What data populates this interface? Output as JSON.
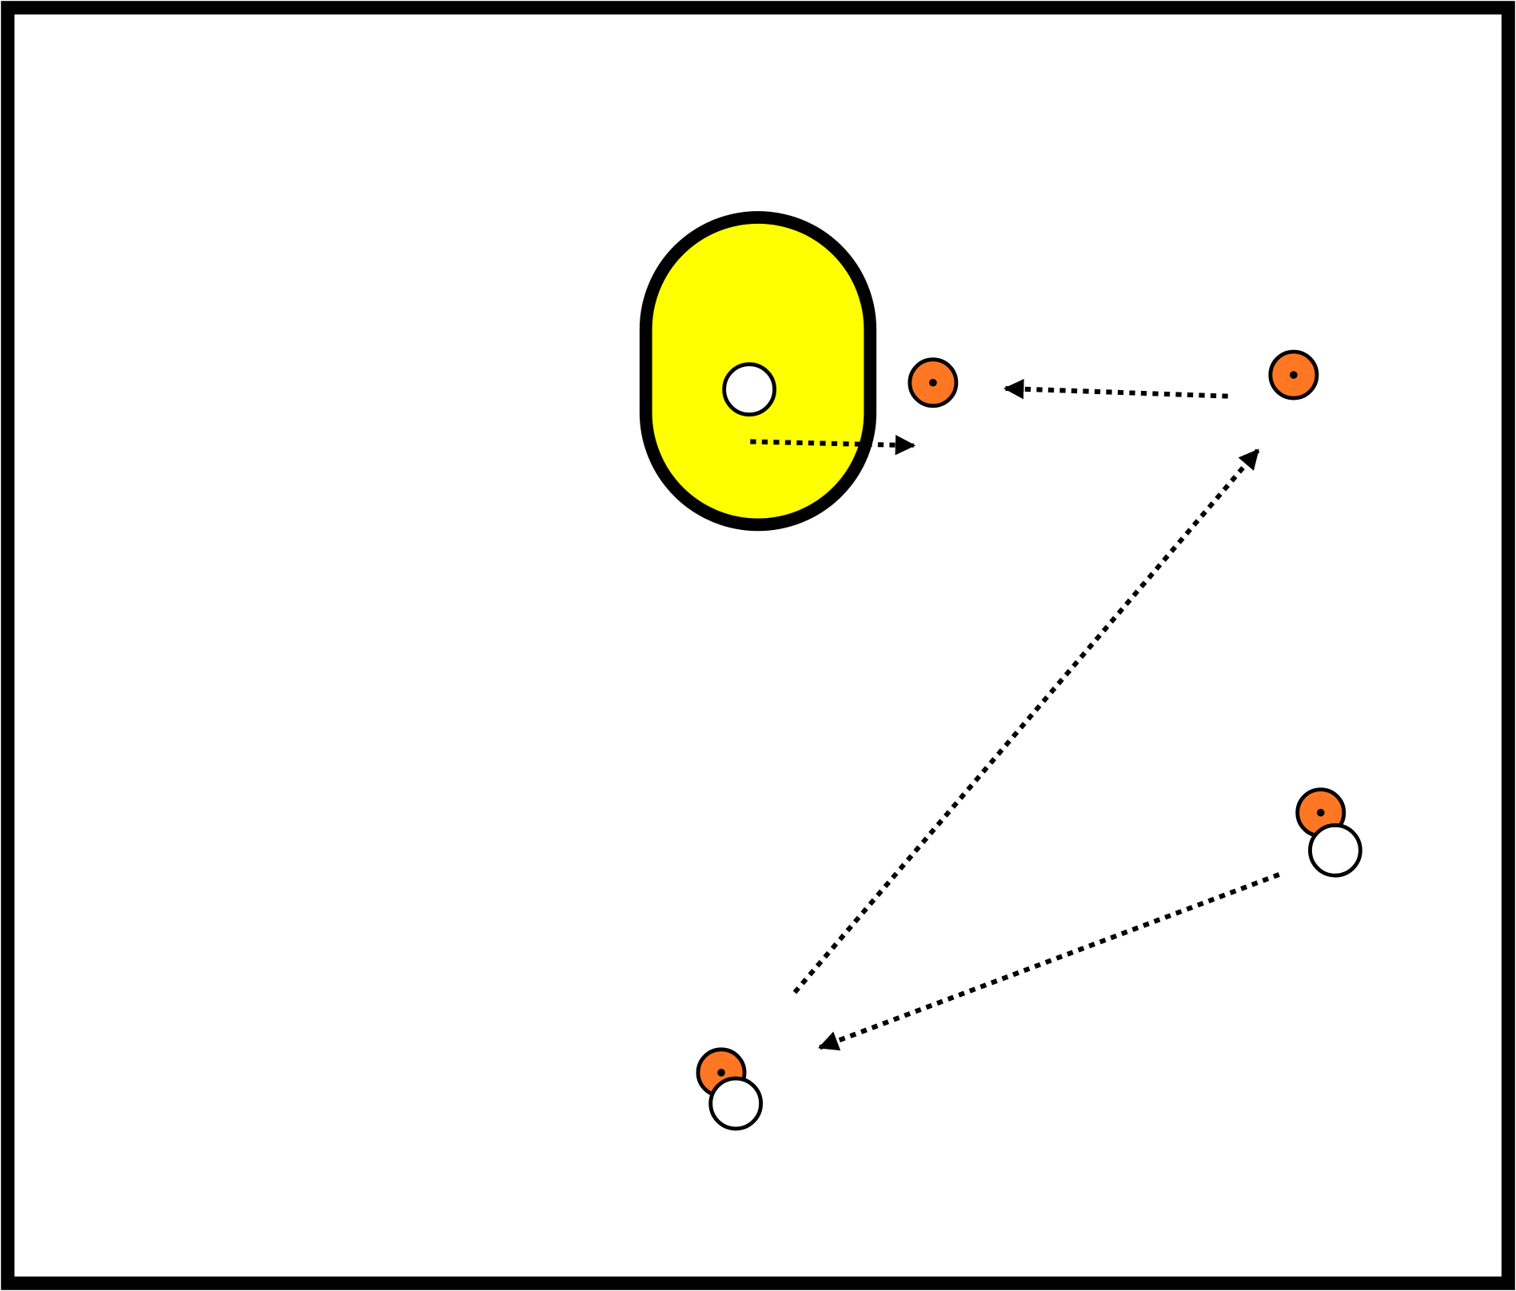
{
  "diagram": {
    "colors": {
      "border": "#000000",
      "zone_fill": "#ffff00",
      "cone_fill": "#ff7722",
      "player_fill": "#ffffff",
      "path_stroke": "#000000"
    },
    "elements": {
      "cones": [
        "cone-1",
        "cone-2",
        "cone-3",
        "cone-4"
      ],
      "players": [
        "player-in-zone",
        "player-right",
        "player-bottom"
      ],
      "paths": [
        "pass-zone-to-cone",
        "run-right-to-left",
        "run-diagonal-up",
        "run-diagonal-down"
      ]
    }
  }
}
